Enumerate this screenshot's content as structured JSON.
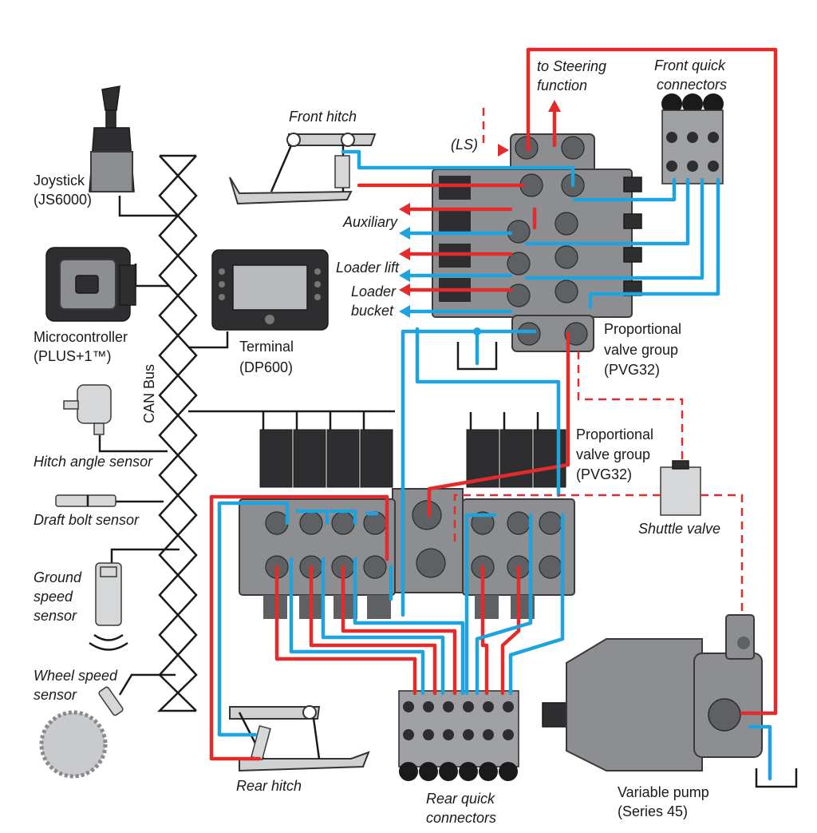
{
  "labels": {
    "to_steering_1": "to Steering",
    "to_steering_2": "function",
    "front_quick_1": "Front quick",
    "front_quick_2": "connectors",
    "front_hitch": "Front hitch",
    "ls": "(LS)",
    "joystick_1": "Joystick",
    "joystick_2": "(JS6000)",
    "auxiliary": "Auxiliary",
    "loader_lift": "Loader lift",
    "loader_bucket_1": "Loader",
    "loader_bucket_2": "bucket",
    "micro_1": "Microcontroller",
    "micro_2": "(PLUS+1™)",
    "terminal_1": "Terminal",
    "terminal_2": "(DP600)",
    "pvg_top_1": "Proportional",
    "pvg_top_2": "valve group",
    "pvg_top_3": "(PVG32)",
    "can_bus": "CAN Bus",
    "pvg_bot_1": "Proportional",
    "pvg_bot_2": "valve group",
    "pvg_bot_3": "(PVG32)",
    "hitch_angle": "Hitch angle sensor",
    "shuttle": "Shuttle valve",
    "draft_bolt": "Draft bolt sensor",
    "ground_1": "Ground",
    "ground_2": "speed",
    "ground_3": "sensor",
    "wheel_1": "Wheel speed",
    "wheel_2": "sensor",
    "rear_hitch": "Rear hitch",
    "pump_1": "Variable pump",
    "pump_2": "(Series 45)",
    "rear_quick_1": "Rear quick",
    "rear_quick_2": "connectors"
  },
  "colors": {
    "pressure_line": "#e32b2b",
    "return_line": "#1fa3de",
    "component_body": "#8c8e91"
  }
}
